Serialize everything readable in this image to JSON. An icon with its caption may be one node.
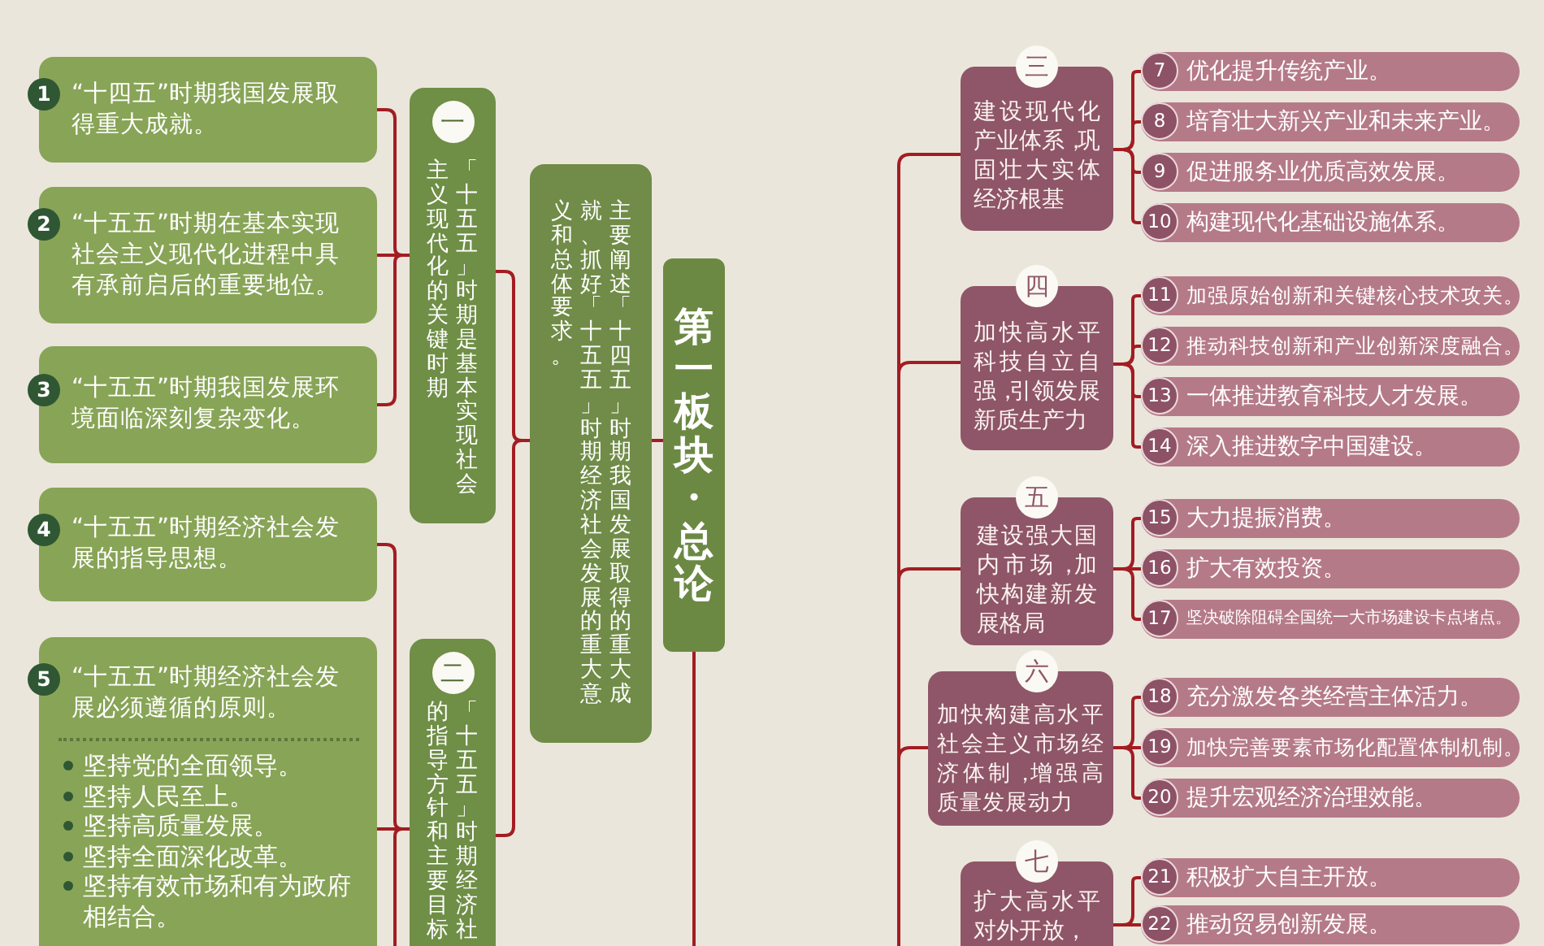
{
  "diagram": {
    "nodes": [
      {
        "text": [
          "第一板块·总论"
        ]
      },
      {
        "text": [
          "主要阐述「十四五」时期我国发展取得的重大成就、抓好「十五五」时期经济社会发展的重大意义和总体要求。"
        ]
      },
      {
        "text": [
          "一",
          "「十五五」时期是基本实现社会主义现代化的关键时期"
        ]
      },
      {
        "text": [
          "1",
          "“十四五”时期我国发展取得重大成就。"
        ]
      },
      {
        "text": [
          "2",
          "“十五五”时期在基本实现社会主义现代化进程中具有承前启后的重要地位。"
        ]
      },
      {
        "text": [
          "3",
          "“十五五”时期我国发展环境面临深刻复杂变化。"
        ]
      },
      {
        "text": [
          "二",
          "「十五五」时期经济社的指导方针和主要目标"
        ]
      },
      {
        "text": [
          "4",
          "“十五五”时期经济社会发展的指导思想。"
        ]
      },
      {
        "text": [
          "5",
          "“十五五”时期经济社会发展必须遵循的原则。",
          "坚持党的全面领导。",
          "坚持人民至上。",
          "坚持高质量发展。",
          "坚持全面深化改革。",
          "坚持有效市场和有为政府相结合。"
        ]
      },
      {
        "text": [
          "三",
          "建设现代化产业体系，巩固壮大实体经济根基"
        ]
      },
      {
        "text": [
          "7",
          "优化提升传统产业。"
        ]
      },
      {
        "text": [
          "8",
          "培育壮大新兴产业和未来产业。"
        ]
      },
      {
        "text": [
          "9",
          "促进服务业优质高效发展。"
        ]
      },
      {
        "text": [
          "10",
          "构建现代化基础设施体系。"
        ]
      },
      {
        "text": [
          "四",
          "加快高水平科技自立自强，引领发展新质生产力"
        ]
      },
      {
        "text": [
          "11",
          "加强原始创新和关键核心技术攻关。"
        ]
      },
      {
        "text": [
          "12",
          "推动科技创新和产业创新深度融合。"
        ]
      },
      {
        "text": [
          "13",
          "一体推进教育科技人才发展。"
        ]
      },
      {
        "text": [
          "14",
          "深入推进数字中国建设。"
        ]
      },
      {
        "text": [
          "五",
          "建设强大国内市场，加快构建新发展格局"
        ]
      },
      {
        "text": [
          "15",
          "大力提振消费。"
        ]
      },
      {
        "text": [
          "16",
          "扩大有效投资。"
        ]
      },
      {
        "text": [
          "17",
          "坚决破除阻碍全国统一大市场建设卡点堵点。"
        ]
      },
      {
        "text": [
          "六",
          "加快构建高水平社会主义市场经济体制，增强高质量发展动力"
        ]
      },
      {
        "text": [
          "18",
          "充分激发各类经营主体活力。"
        ]
      },
      {
        "text": [
          "19",
          "加快完善要素市场化配置体制机制。"
        ]
      },
      {
        "text": [
          "20",
          "提升宏观经济治理效能。"
        ]
      },
      {
        "text": [
          "七",
          "扩大高水平对外开放，"
        ]
      },
      {
        "text": [
          "21",
          "积极扩大自主开放。"
        ]
      },
      {
        "text": [
          "22",
          "推动贸易创新发展。"
        ]
      }
    ],
    "edges": [
      {
        "from": 0,
        "to": 1,
        "arrow": "none"
      },
      {
        "from": 1,
        "to": 2,
        "arrow": "none"
      },
      {
        "from": 1,
        "to": 6,
        "arrow": "none"
      },
      {
        "from": 2,
        "to": 3,
        "arrow": "none"
      },
      {
        "from": 2,
        "to": 4,
        "arrow": "none"
      },
      {
        "from": 2,
        "to": 5,
        "arrow": "none"
      },
      {
        "from": 6,
        "to": 7,
        "arrow": "none"
      },
      {
        "from": 6,
        "to": 8,
        "arrow": "none"
      },
      {
        "from": 6,
        "to": null,
        "arrow": "none"
      },
      {
        "from": 0,
        "to": null,
        "arrow": "none"
      },
      {
        "from": null,
        "to": 9,
        "arrow": "none"
      },
      {
        "from": null,
        "to": 14,
        "arrow": "none"
      },
      {
        "from": null,
        "to": 19,
        "arrow": "none"
      },
      {
        "from": null,
        "to": 23,
        "arrow": "none"
      },
      {
        "from": 9,
        "to": 10,
        "arrow": "none"
      },
      {
        "from": 9,
        "to": 11,
        "arrow": "none"
      },
      {
        "from": 9,
        "to": 12,
        "arrow": "none"
      },
      {
        "from": 9,
        "to": 13,
        "arrow": "none"
      },
      {
        "from": 14,
        "to": 15,
        "arrow": "none"
      },
      {
        "from": 14,
        "to": 16,
        "arrow": "none"
      },
      {
        "from": 14,
        "to": 17,
        "arrow": "none"
      },
      {
        "from": 14,
        "to": 18,
        "arrow": "none"
      },
      {
        "from": 19,
        "to": 20,
        "arrow": "none"
      },
      {
        "from": 19,
        "to": 21,
        "arrow": "none"
      },
      {
        "from": 19,
        "to": 22,
        "arrow": "none"
      },
      {
        "from": 23,
        "to": 24,
        "arrow": "none"
      },
      {
        "from": 23,
        "to": 25,
        "arrow": "none"
      },
      {
        "from": 23,
        "to": 26,
        "arrow": "none"
      },
      {
        "from": 27,
        "to": 28,
        "arrow": "none"
      },
      {
        "from": 27,
        "to": 29,
        "arrow": "none"
      }
    ]
  }
}
